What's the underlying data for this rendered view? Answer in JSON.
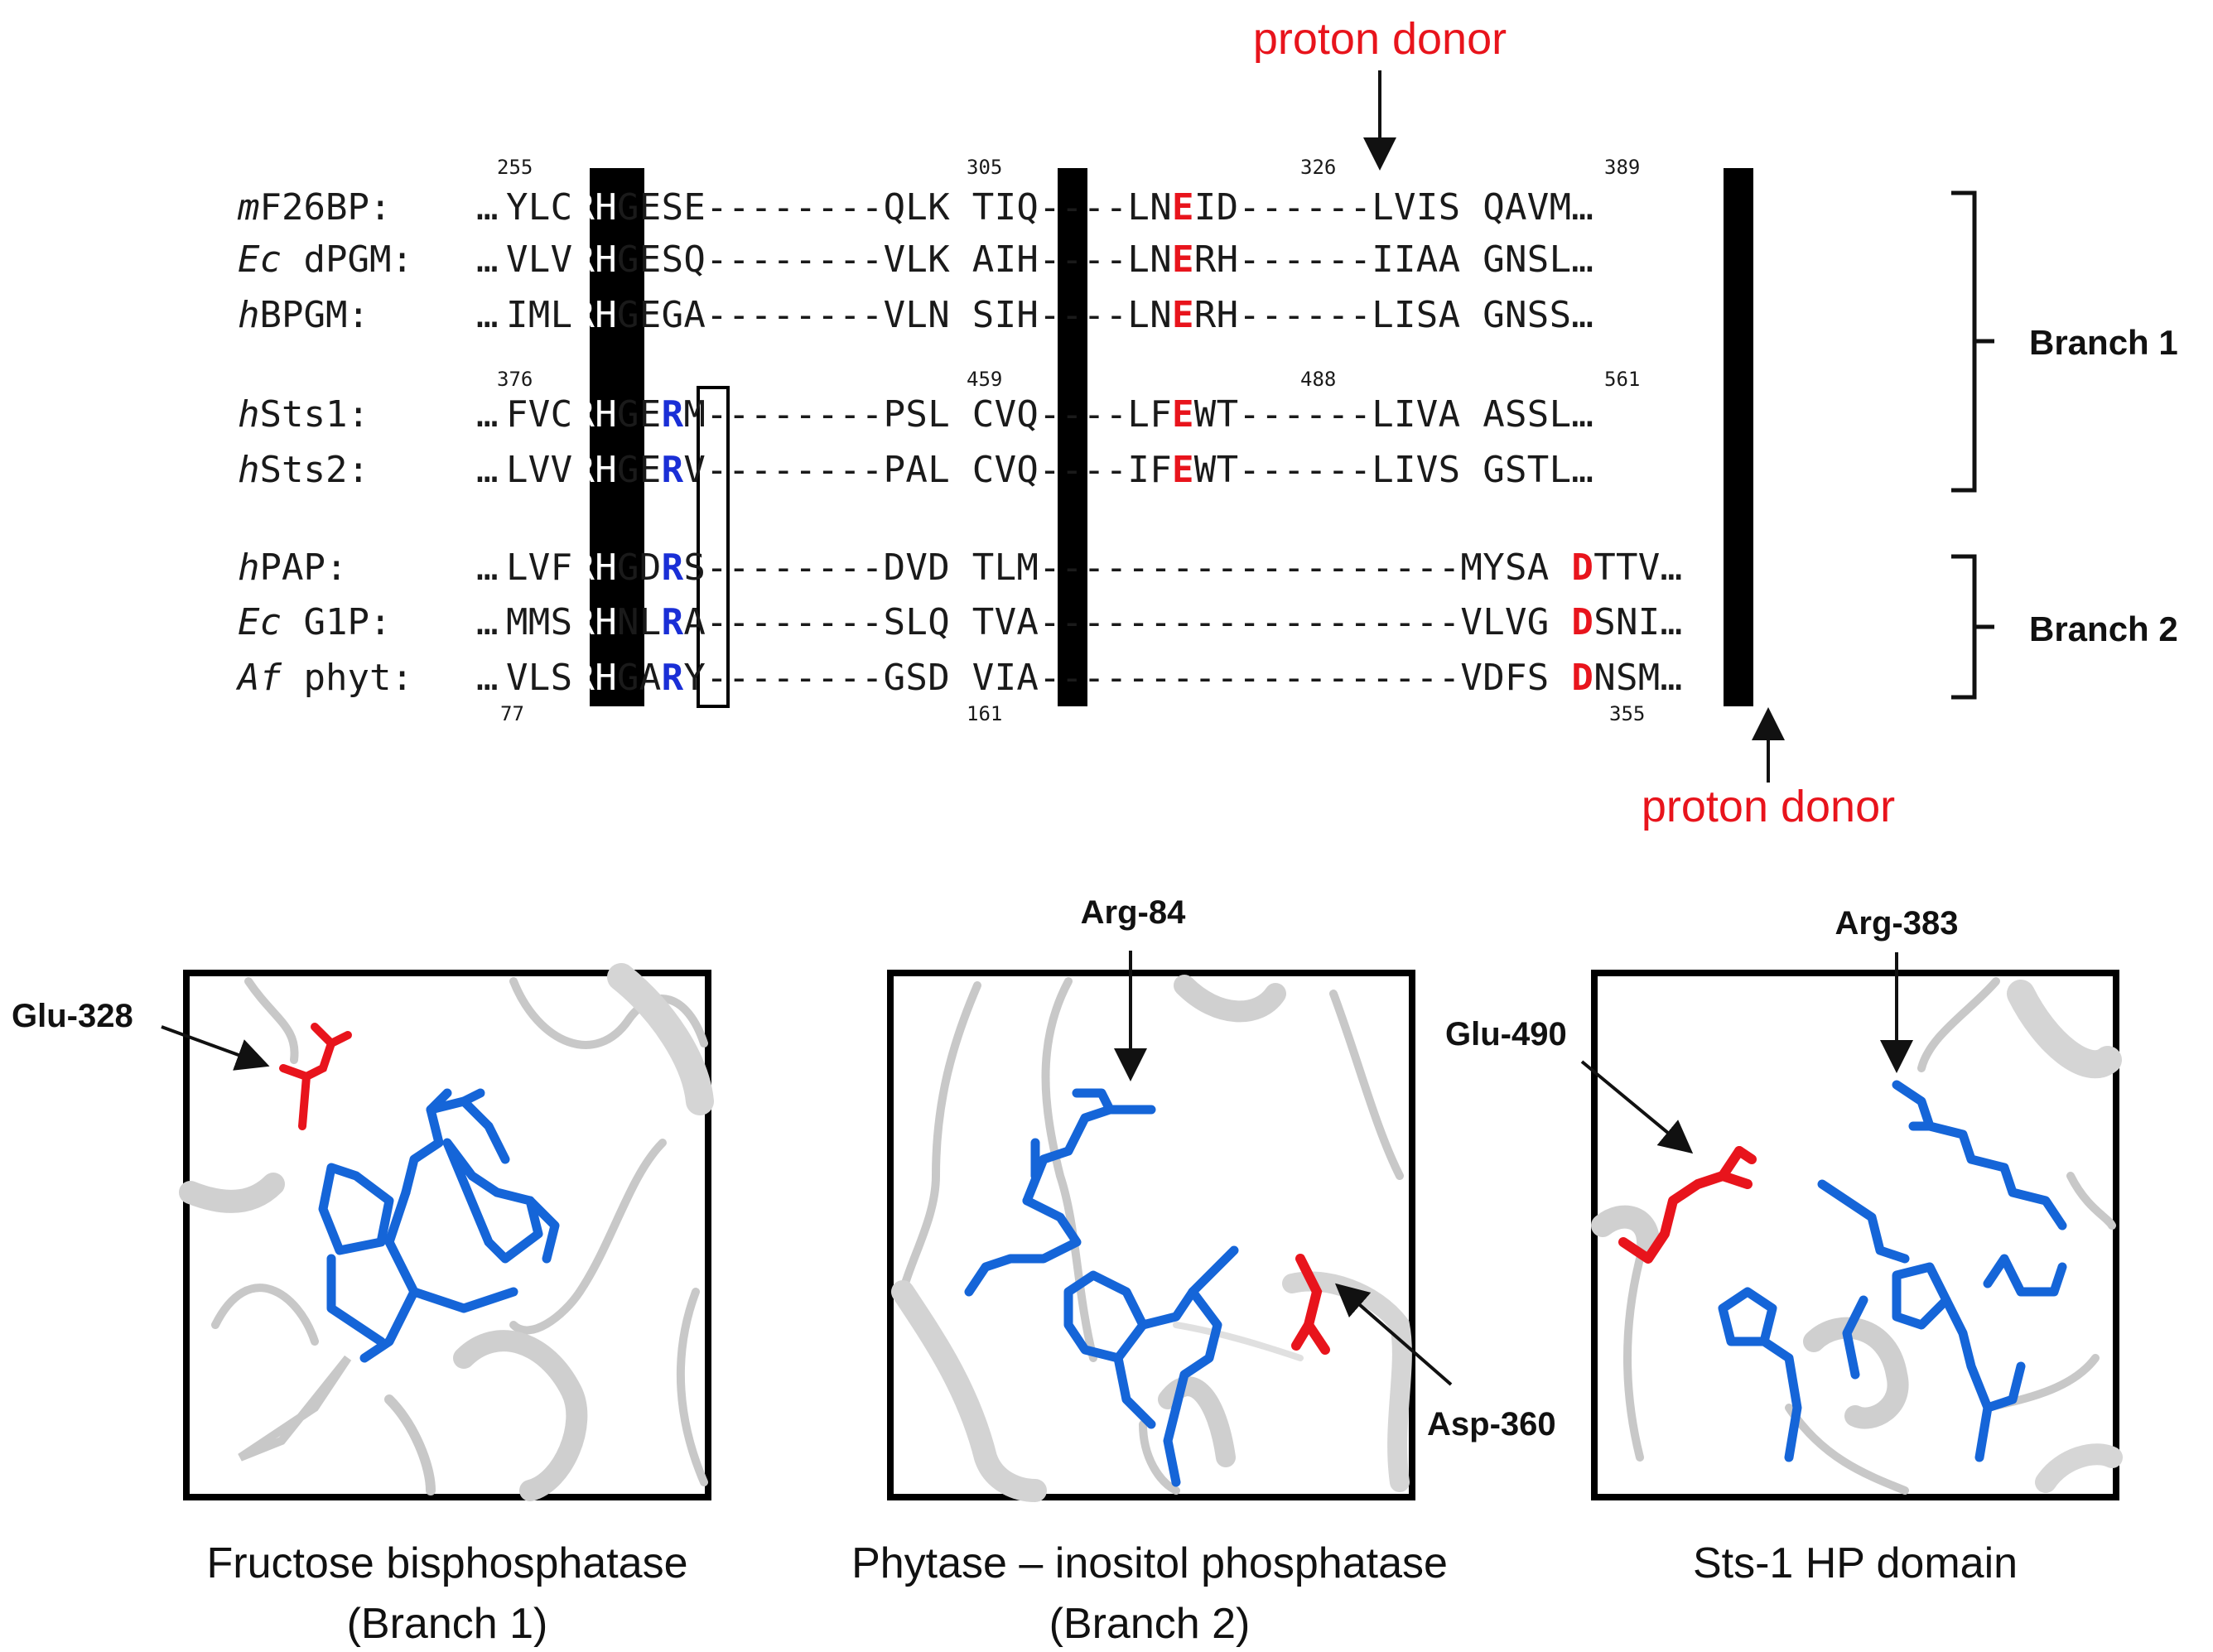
{
  "alignment": {
    "proton_donor_top": "proton donor",
    "proton_donor_bottom": "proton donor",
    "numbers_top": [
      "255",
      "305",
      "326",
      "389"
    ],
    "numbers_mid": [
      "376",
      "459",
      "488",
      "561"
    ],
    "numbers_bottom": [
      "77",
      "161",
      "355"
    ],
    "rows": [
      {
        "prefix": "m",
        "name": "F26BP:",
        "seq": "…YLCRHGESE--------QLKRTIQ----LNEID------LVISHQAVM…"
      },
      {
        "prefix": "Ec",
        "name": " dPGM:",
        "seq": "…VLVRHGESQ--------VLKRAIH----LNERH------IIAAHGNSL…"
      },
      {
        "prefix": "h",
        "name": "BPGM:",
        "seq": "…IMLRHGEGA--------VLNRSIH----LNERH------LISAHGNSS…"
      },
      {
        "prefix": "h",
        "name": "Sts1:",
        "seq": "…FVCRHGERM--------PSLRCVQ----LFEWT------LIVAHASSL…"
      },
      {
        "prefix": "h",
        "name": "Sts2:",
        "seq": "…LVVRHGERV--------PALRCVQ----IFEWT------LIVSHGSTL…"
      },
      {
        "prefix": "h",
        "name": "PAP:",
        "seq": "…LVFRHGDRS--------DVDRTLM-------------------MYSAHDTTV…"
      },
      {
        "prefix": "Ec",
        "name": " G1P:",
        "seq": "…MMSRHNLRA--------SLQRTVA-------------------VLVGHDSNI…"
      },
      {
        "prefix": "Af",
        "name": " phyt:",
        "seq": "…VLSRHGARY--------GSDRVIA-------------------VDFSHDNSM…"
      }
    ],
    "branch1": "Branch 1",
    "branch2": "Branch 2"
  },
  "panels": [
    {
      "labels": [
        "Glu-328"
      ],
      "caption_line1": "Fructose bisphosphatase",
      "caption_line2": "(Branch 1)"
    },
    {
      "labels": [
        "Arg-84",
        "Asp-360"
      ],
      "caption_line1": "Phytase – inositol phosphatase",
      "caption_line2": "(Branch 2)"
    },
    {
      "labels": [
        "Arg-383",
        "Glu-490"
      ],
      "caption_line1": "Sts-1 HP domain",
      "caption_line2": ""
    }
  ],
  "colors": {
    "acid": "#e8141c",
    "arg": "#1a2fd6",
    "stick": "#1565d8",
    "highlight": "#000000"
  }
}
